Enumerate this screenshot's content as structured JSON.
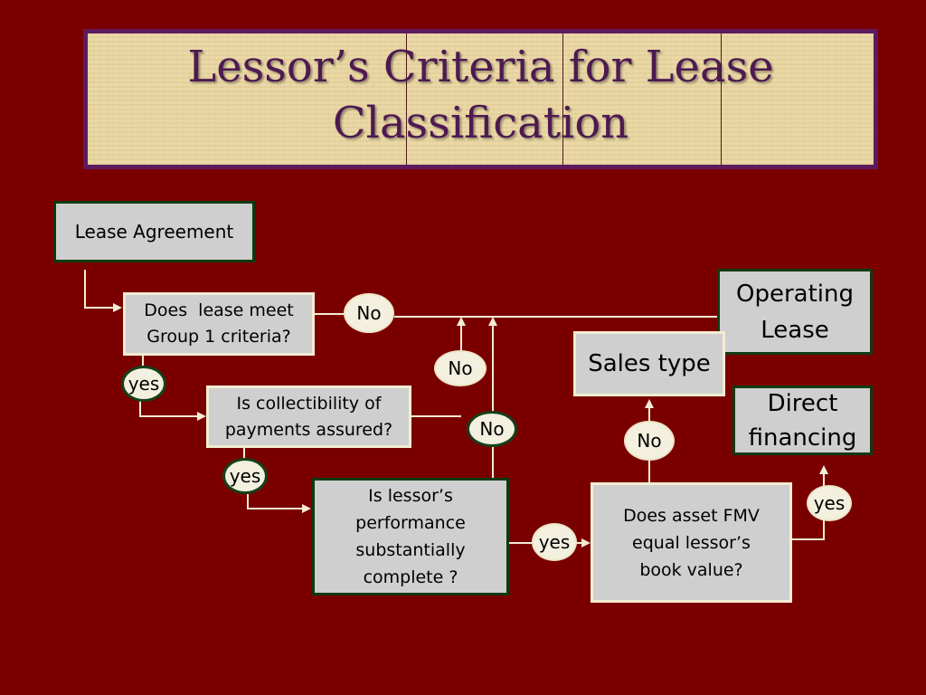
{
  "title": {
    "line1": "Lessor’s Criteria for Lease",
    "line2": "Classification"
  },
  "colors": {
    "background": "#7a0000",
    "box_fill": "#cfcfcf",
    "title_text": "#4e1a52",
    "banner_border": "#5e1a5e",
    "connector": "#f3ecd2"
  },
  "nodes": {
    "lease_agreement": "Lease Agreement",
    "group1_q": {
      "line1": "Does  lease meet",
      "line2": "Group 1 criteria?"
    },
    "collectibility_q": {
      "line1": "Is collectibility of",
      "line2": "payments assured?"
    },
    "performance_q": {
      "line1": "Is lessor’s",
      "line2": "performance",
      "line3": "substantially",
      "line4": "complete ?"
    },
    "fmv_q": {
      "line1": "Does asset FMV",
      "line2": "equal lessor’s",
      "line3": "book value?"
    },
    "operating_lease": {
      "line1": "Operating",
      "line2": "Lease"
    },
    "sales_type": "Sales type",
    "direct_financing": {
      "line1": "Direct",
      "line2": "financing"
    }
  },
  "labels": {
    "no": "No",
    "yes": "yes"
  }
}
